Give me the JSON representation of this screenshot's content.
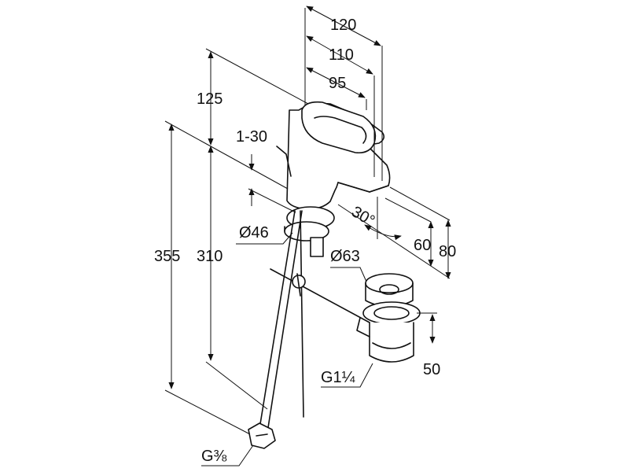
{
  "dimensions": {
    "width_120": "120",
    "width_110": "110",
    "width_95": "95",
    "height_125": "125",
    "height_355": "355",
    "height_310": "310",
    "range_1_30": "1-30",
    "angle_30": "30°",
    "dia_46": "Ø46",
    "dia_63": "Ø63",
    "height_60": "60",
    "height_80": "80",
    "height_50": "50",
    "thread_g114": "G1¼",
    "thread_g38": "G⅜"
  },
  "colors": {
    "line": "#111111",
    "background": "#ffffff"
  }
}
